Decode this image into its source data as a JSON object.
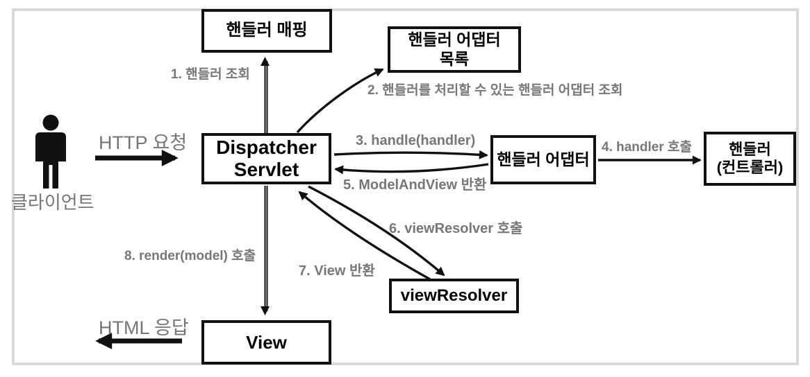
{
  "boxes": {
    "handler_mapping": "핸들러 매핑",
    "handler_adapter_list_line1": "핸들러 어댑터",
    "handler_adapter_list_line2": "목록",
    "dispatcher_line1": "Dispatcher",
    "dispatcher_line2": "Servlet",
    "handler_adapter": "핸들러 어댑터",
    "handler_controller_line1": "핸들러",
    "handler_controller_line2": "(컨트롤러)",
    "view_resolver": "viewResolver",
    "view": "View"
  },
  "steps": {
    "s1": "1. 핸들러 조회",
    "s2": "2. 핸들러를 처리할 수 있는 핸들러 어댑터 조회",
    "s3": "3. handle(handler)",
    "s4": "4. handler 호출",
    "s5": "5. ModelAndView 반환",
    "s6": "6. viewResolver 호출",
    "s7": "7. View 반환",
    "s8": "8. render(model) 호출"
  },
  "labels": {
    "client": "클라이언트",
    "http_request": "HTTP 요청",
    "html_response": "HTML 응답"
  },
  "icons": {
    "client_icon": "person-icon"
  },
  "colors": {
    "box_border": "#111111",
    "arrow": "#111111",
    "step_text": "#777777",
    "side_text": "#757575",
    "frame_border": "#d9d9d9",
    "background": "#ffffff"
  }
}
